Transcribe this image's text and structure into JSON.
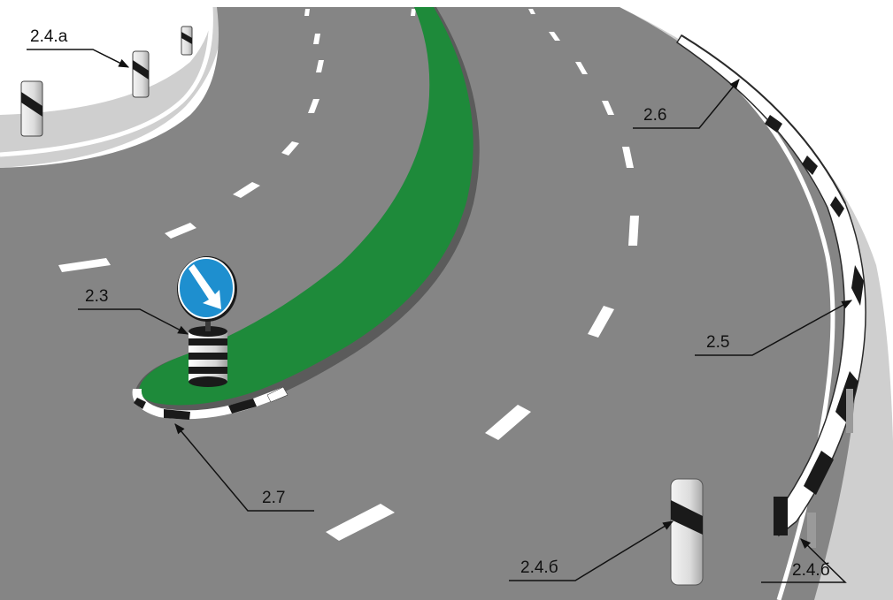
{
  "labels": {
    "l_2_4a": "2.4.а",
    "l_2_6": "2.6",
    "l_2_3": "2.3",
    "l_2_5": "2.5",
    "l_2_7": "2.7",
    "l_2_4b_left": "2.4.б",
    "l_2_4b_right": "2.4.б"
  },
  "colors": {
    "asphalt": "#848484",
    "asphalt_dark": "#6f6f6f",
    "shoulder": "#c9c9c9",
    "island_green": "#1e8a3a",
    "marking_white": "#ffffff",
    "post_black": "#1a1a1a",
    "sign_blue": "#1e8fcf",
    "leader_line": "#111111"
  },
  "icons": {
    "sign_2_3": "keep-right-arrow-icon"
  }
}
